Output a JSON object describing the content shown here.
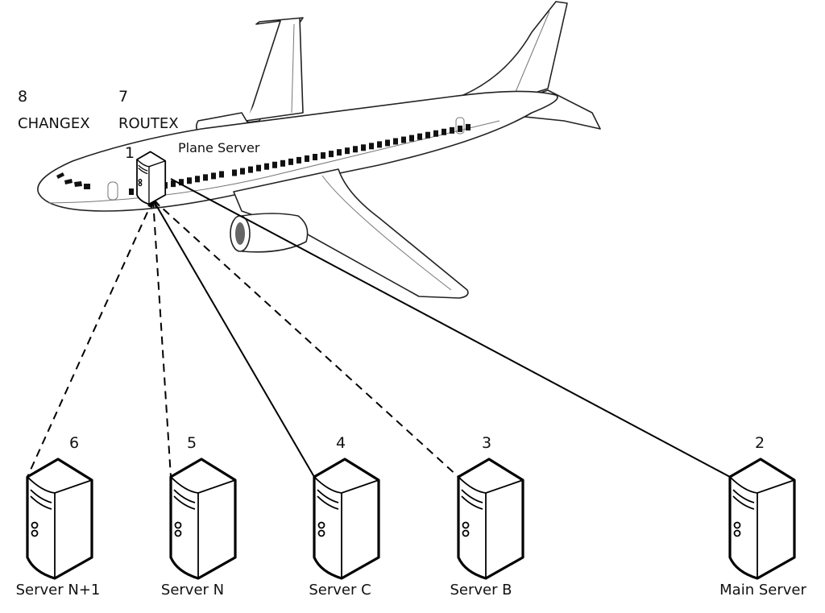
{
  "diagram": {
    "top_labels": [
      {
        "number": "8",
        "name": "CHANGEX"
      },
      {
        "number": "7",
        "name": "ROUTEX"
      }
    ],
    "plane_server": {
      "number": "1",
      "label": "Plane Server"
    },
    "servers": [
      {
        "id": "server-n-plus-1",
        "number": "6",
        "label": "Server N+1",
        "link": "dashed"
      },
      {
        "id": "server-n",
        "number": "5",
        "label": "Server N",
        "link": "dashed"
      },
      {
        "id": "server-c",
        "number": "4",
        "label": "Server C",
        "link": "solid"
      },
      {
        "id": "server-b",
        "number": "3",
        "label": "Server B",
        "link": "dashed"
      },
      {
        "id": "main-server",
        "number": "2",
        "label": "Main Server",
        "link": "solid"
      }
    ],
    "icons": {
      "airplane": "airplane-icon",
      "server": "server-icon"
    }
  }
}
